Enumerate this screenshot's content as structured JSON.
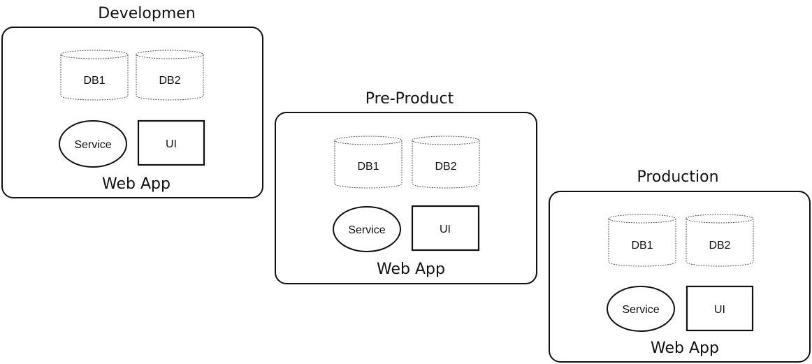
{
  "environments": [
    {
      "id": "development",
      "title": "Developmen",
      "db1": "DB1",
      "db2": "DB2",
      "service": "Service",
      "ui": "UI",
      "app": "Web App"
    },
    {
      "id": "pre-product",
      "title": "Pre-Product",
      "db1": "DB1",
      "db2": "DB2",
      "service": "Service",
      "ui": "UI",
      "app": "Web App"
    },
    {
      "id": "production",
      "title": "Production",
      "db1": "DB1",
      "db2": "DB2",
      "service": "Service",
      "ui": "UI",
      "app": "Web App"
    }
  ]
}
